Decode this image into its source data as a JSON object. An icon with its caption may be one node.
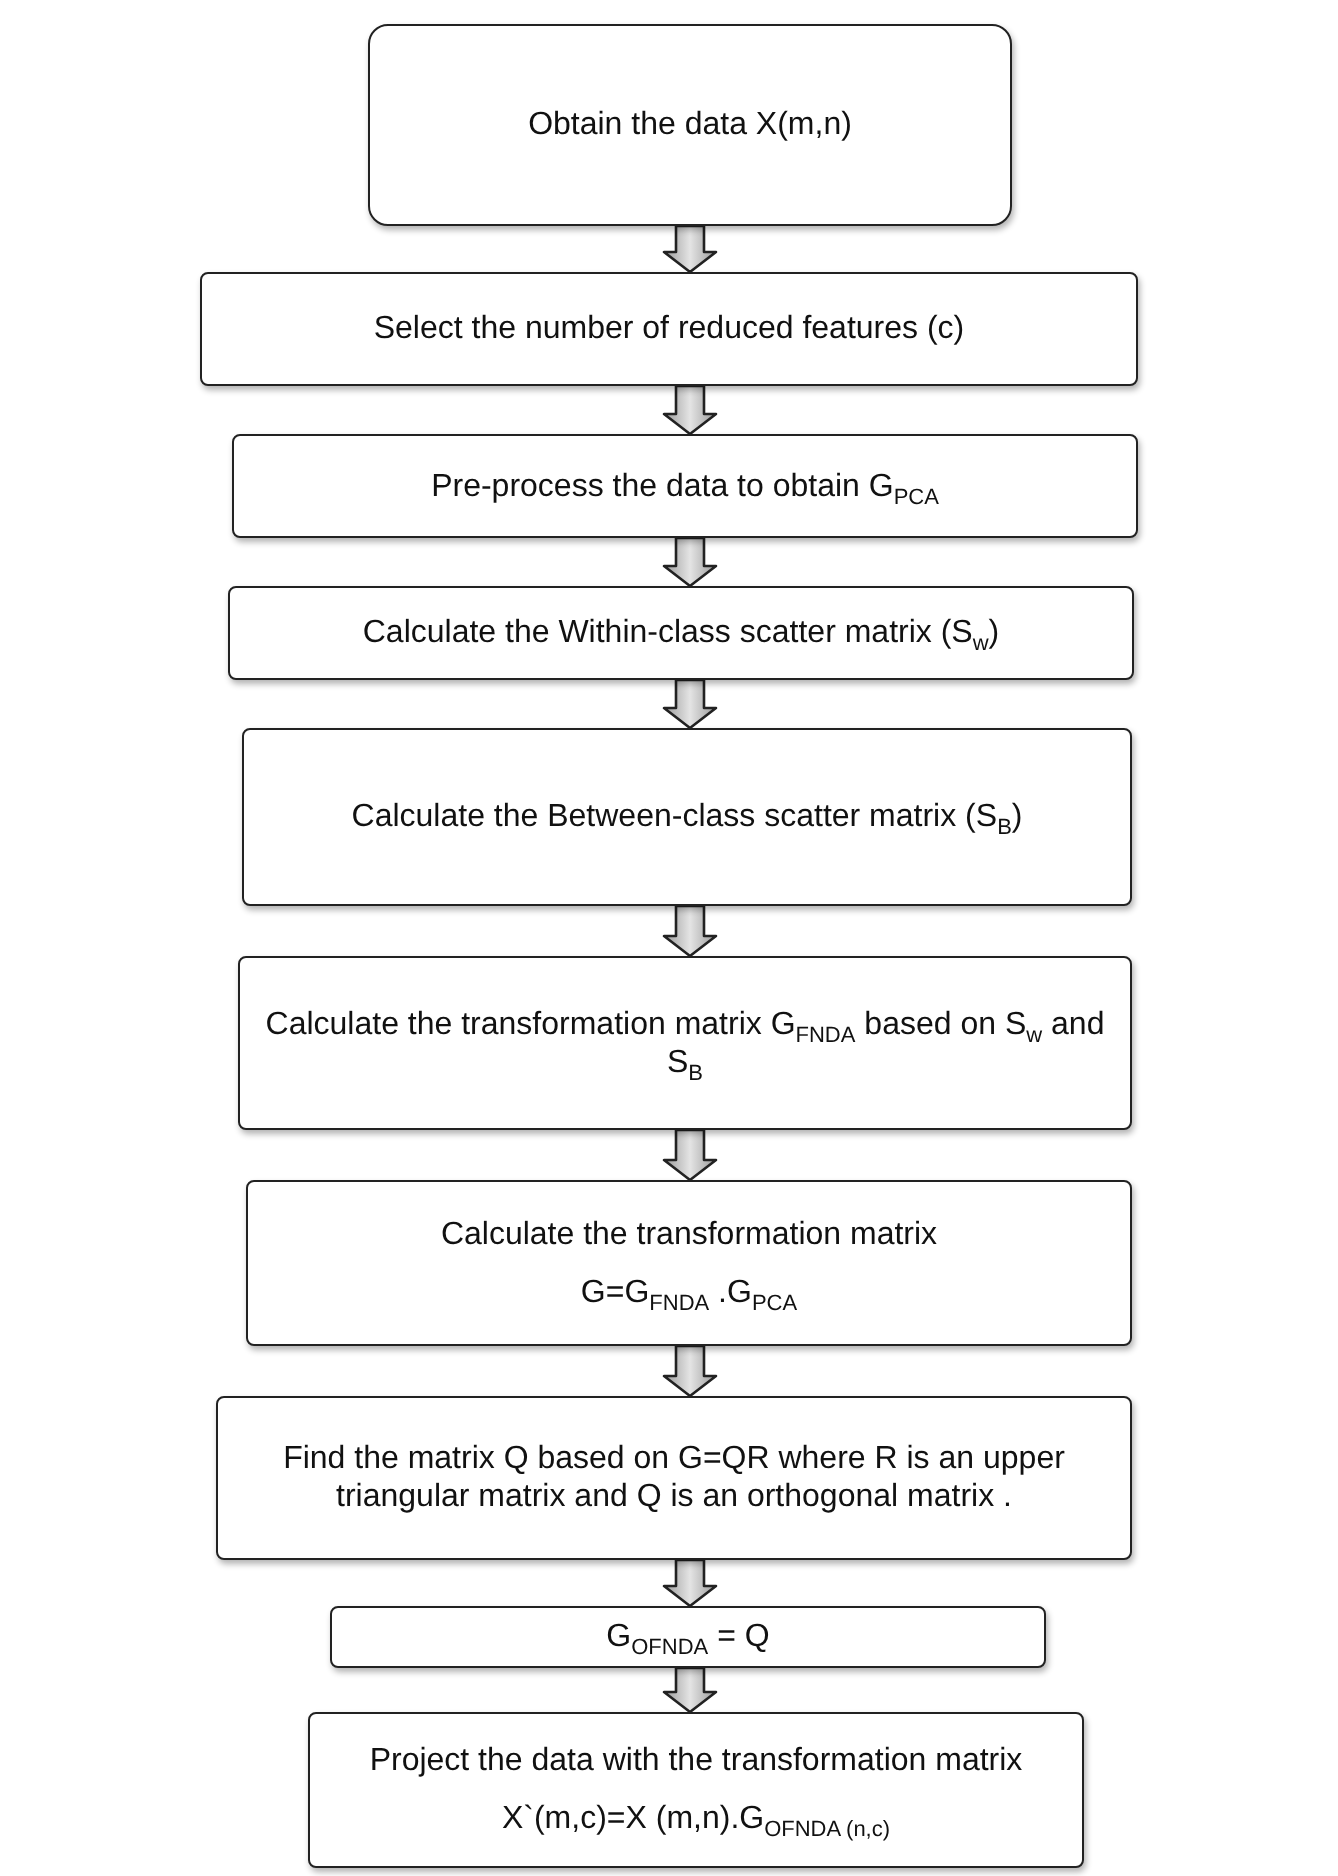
{
  "diagram": {
    "nodes": [
      {
        "text": [
          "Obtain the data X(m,n)"
        ]
      },
      {
        "text": [
          "Select the number of reduced features (c)"
        ]
      },
      {
        "text": [
          "Pre-process the data to obtain G$_{PCA}$"
        ]
      },
      {
        "text": [
          "Calculate the Within-class scatter matrix (S$_{w}$)"
        ]
      },
      {
        "text": [
          "Calculate the Between-class scatter matrix (S$_{B}$)"
        ]
      },
      {
        "text": [
          "Calculate the transformation matrix G$_{FNDA}$ based on S$_{w}$ and S$_{B}$"
        ]
      },
      {
        "text": [
          "Calculate the transformation matrix",
          "G=G$_{FNDA}$ .G$_{PCA}$"
        ]
      },
      {
        "text": [
          "Find the matrix Q based on G=QR where R is an upper triangular matrix and Q is an orthogonal matrix ."
        ]
      },
      {
        "text": [
          "G$_{OFNDA}$ = Q"
        ]
      },
      {
        "text": [
          "Project the data with the transformation matrix",
          "X`(m,c)=X (m,n).G$_{OFNDA (n,c)}$"
        ]
      }
    ],
    "edges": [
      {
        "from": 0,
        "to": 1,
        "arrow": "to"
      },
      {
        "from": 1,
        "to": 2,
        "arrow": "to"
      },
      {
        "from": 2,
        "to": 3,
        "arrow": "to"
      },
      {
        "from": 3,
        "to": 4,
        "arrow": "to"
      },
      {
        "from": 4,
        "to": 5,
        "arrow": "to"
      },
      {
        "from": 5,
        "to": 6,
        "arrow": "to"
      },
      {
        "from": 6,
        "to": 7,
        "arrow": "to"
      },
      {
        "from": 7,
        "to": 8,
        "arrow": "to"
      },
      {
        "from": 8,
        "to": 9,
        "arrow": "to"
      }
    ]
  }
}
